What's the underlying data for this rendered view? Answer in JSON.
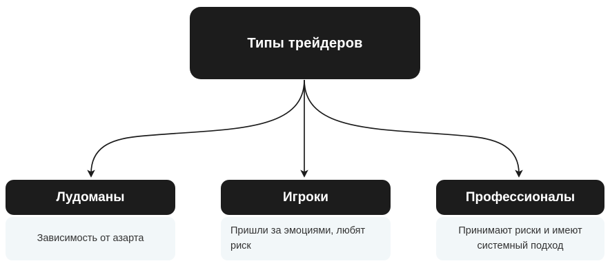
{
  "diagram": {
    "title": "Типы трейдеров",
    "type": "tree",
    "orientation": "top-down",
    "colors": {
      "node_fill": "#1c1c1c",
      "node_text": "#ffffff",
      "body_fill": "#f2f7f9",
      "body_text": "#333333",
      "connector": "#1c1c1c",
      "background": "#ffffff"
    },
    "root": {
      "label": "Типы трейдеров"
    },
    "children": [
      {
        "id": "ludomany",
        "label": "Лудоманы",
        "description": "Зависимость от азарта"
      },
      {
        "id": "igroki",
        "label": "Игроки",
        "description": "Пришли за эмоциями, любят риск"
      },
      {
        "id": "professionaly",
        "label": "Профессионалы",
        "description": "Принимают риски и имеют системный подход"
      }
    ],
    "connectors": [
      {
        "id": "root-to-ludomany",
        "from": "root",
        "to": "ludomany",
        "style": "curved-arrow"
      },
      {
        "id": "root-to-igroki",
        "from": "root",
        "to": "igroki",
        "style": "straight-arrow"
      },
      {
        "id": "root-to-professionaly",
        "from": "root",
        "to": "professionaly",
        "style": "curved-arrow"
      }
    ]
  }
}
